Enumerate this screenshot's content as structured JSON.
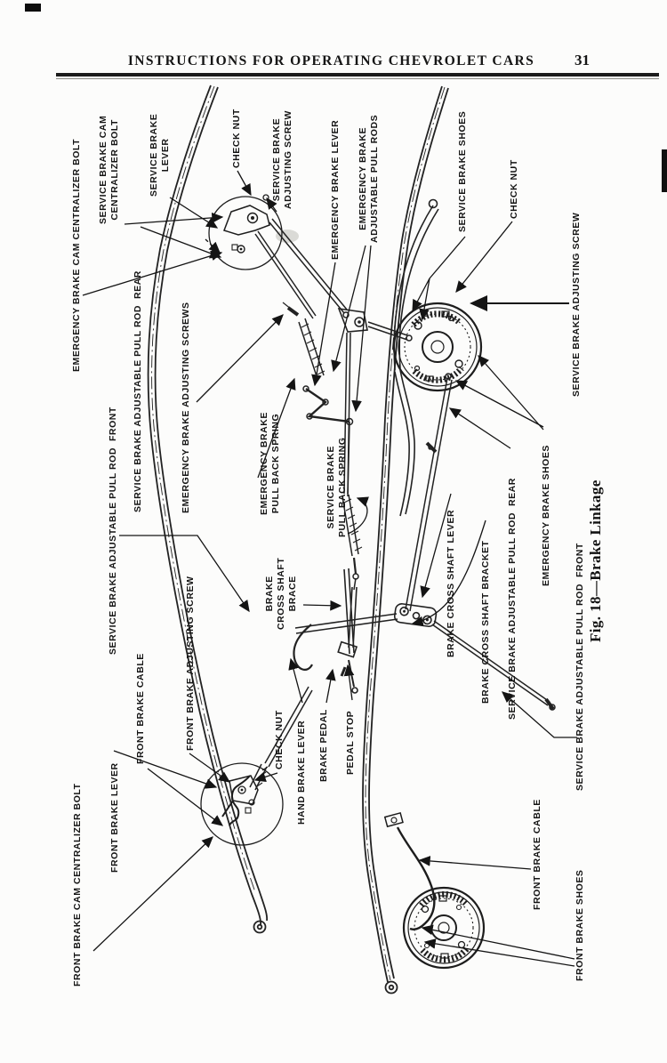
{
  "header": {
    "title": "INSTRUCTIONS FOR OPERATING CHEVROLET CARS",
    "page_number": "31"
  },
  "figure": {
    "caption": "Fig. 18—Brake Linkage",
    "labels": [
      {
        "text": "EMERGENCY BRAKE CAM CENTRALIZER BOLT"
      },
      {
        "text": "SERVICE BRAKE CAM\nCENTRALIZER BOLT"
      },
      {
        "text": "SERVICE BRAKE\nLEVER"
      },
      {
        "text": "CHECK NUT"
      },
      {
        "text": "SERVICE BRAKE\nADJUSTING SCREW"
      },
      {
        "text": "EMERGENCY BRAKE LEVER"
      },
      {
        "text": "EMERGENCY BRAKE\nADJUSTABLE PULL RODS"
      },
      {
        "text": "SERVICE BRAKE SHOES"
      },
      {
        "text": "CHECK NUT"
      },
      {
        "text": "SERVICE BRAKE ADJUSTING SCREW"
      },
      {
        "text": "SERVICE BRAKE ADJUSTABLE PULL ROD  REAR"
      },
      {
        "text": "EMERGENCY BRAKE ADJUSTING SCREWS"
      },
      {
        "text": "SERVICE BRAKE ADJUSTABLE PULL ROD  FRONT"
      },
      {
        "text": "EMERGENCY BRAKE\nPULL BACK SPRING"
      },
      {
        "text": "SERVICE BRAKE\nPULL BACK SPRING"
      },
      {
        "text": "BRAKE\nCROSS SHAFT\nBRACE"
      },
      {
        "text": "FRONT BRAKE ADJUSTING SCREW"
      },
      {
        "text": "FRONT BRAKE CABLE"
      },
      {
        "text": "CHECK NUT"
      },
      {
        "text": "HAND BRAKE LEVER"
      },
      {
        "text": "BRAKE PEDAL"
      },
      {
        "text": "PEDAL STOP"
      },
      {
        "text": "BRAKE CROSS SHAFT LEVER"
      },
      {
        "text": "BRAKE CROSS SHAFT BRACKET"
      },
      {
        "text": "SERVICE BRAKE ADJUSTABLE PULL ROD  REAR"
      },
      {
        "text": "EMERGENCY BRAKE SHOES"
      },
      {
        "text": "SERVICE BRAKE ADJUSTABLE PULL ROD  FRONT"
      },
      {
        "text": "FRONT BRAKE CAM CENTRALIZER BOLT"
      },
      {
        "text": "FRONT BRAKE LEVER"
      },
      {
        "text": "FRONT BRAKE CABLE"
      },
      {
        "text": "FRONT BRAKE SHOES"
      }
    ]
  },
  "colors": {
    "paper": "#fcfcfb",
    "ink": "#1a1a1a"
  }
}
